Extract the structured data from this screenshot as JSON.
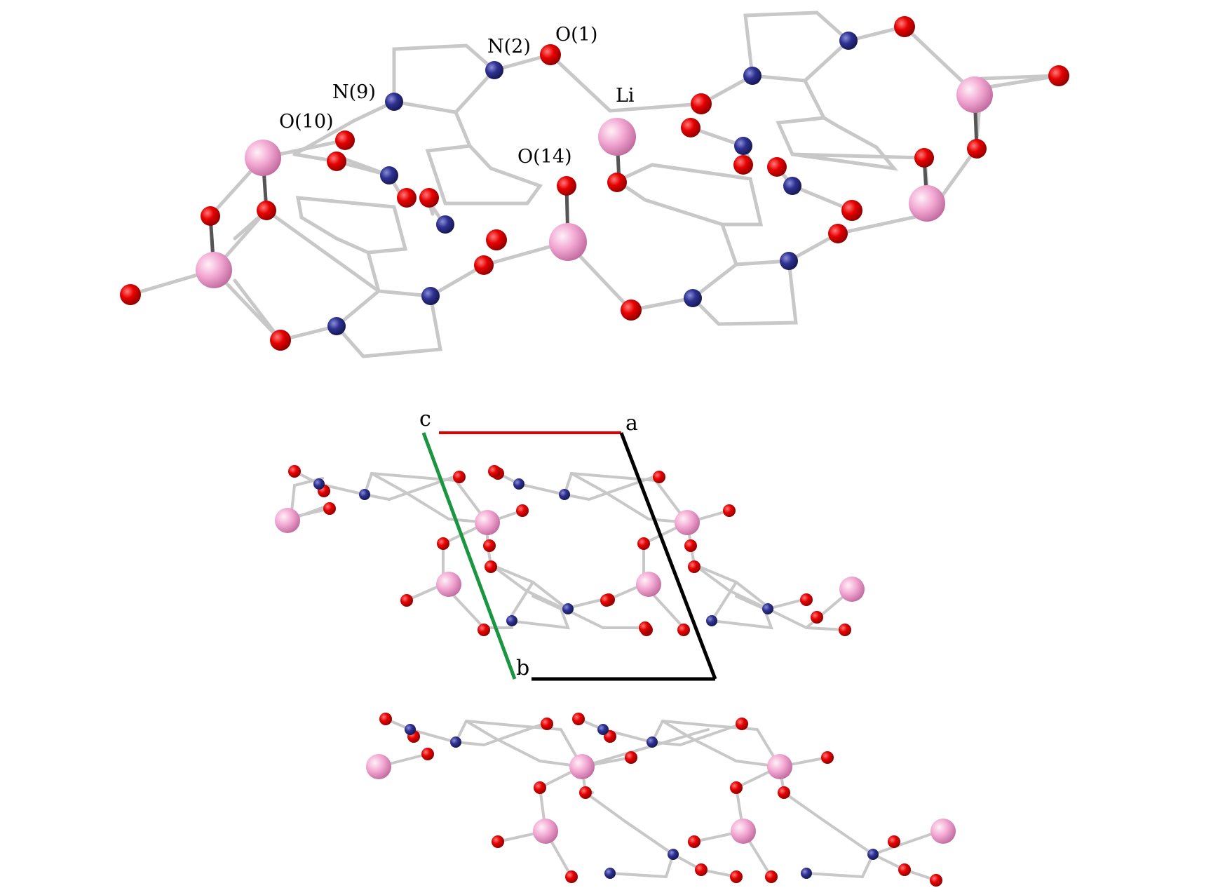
{
  "atom_labels": {
    "n2": "N(2)",
    "o1": "O(1)",
    "n9": "N(9)",
    "li": "Li",
    "o10": "O(10)",
    "o14": "O(14)"
  },
  "cell_axes": {
    "a": "a",
    "b": "b",
    "c": "c"
  },
  "colors": {
    "oxygen": "#e00000",
    "nitrogen": "#2e3192",
    "lithium": "#f2a7d2",
    "bond": "#c8c8c8",
    "axis_a": "#e00000",
    "axis_b": "#1a9641",
    "axis_c": "#000000"
  }
}
